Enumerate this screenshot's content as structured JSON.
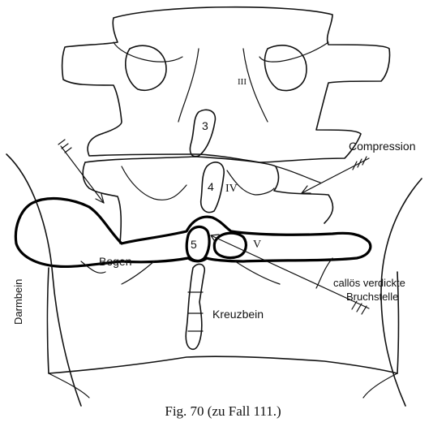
{
  "labels": {
    "vertebra_III": "III",
    "spinous_3": "3",
    "spinous_4": "4",
    "vertebra_IV": "IV",
    "spinous_5": "5",
    "vertebra_V": "V",
    "compression": "Compression",
    "bogen": "Bogen",
    "kreuzbein": "Kreuzbein",
    "darmbein": "Darmbein",
    "fracture_line1": "callös verdickte",
    "fracture_line2": "Bruchstelle"
  },
  "caption": "Fig. 70 (zu Fall 111.)"
}
